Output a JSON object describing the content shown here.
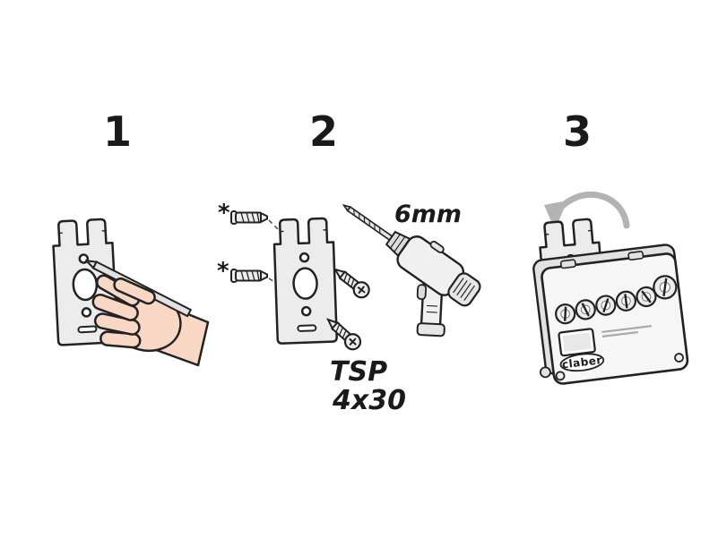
{
  "page": {
    "background_color": "#ffffff",
    "line_color": "#222222"
  },
  "steps": [
    {
      "number": "1"
    },
    {
      "number": "2"
    },
    {
      "number": "3"
    }
  ],
  "labels": {
    "drill_bit_diameter": "6mm",
    "screw_type": "TSP",
    "screw_size": "4x30",
    "anchor_mark": "*",
    "brand": "claber"
  },
  "colors": {
    "fill_light": "#ececec",
    "skin": "#f8d7c4",
    "arrow_gray": "#b3b3b3"
  },
  "icons": {
    "rotate_arrow": "curved-arrow",
    "drill_mark": "asterisk"
  }
}
